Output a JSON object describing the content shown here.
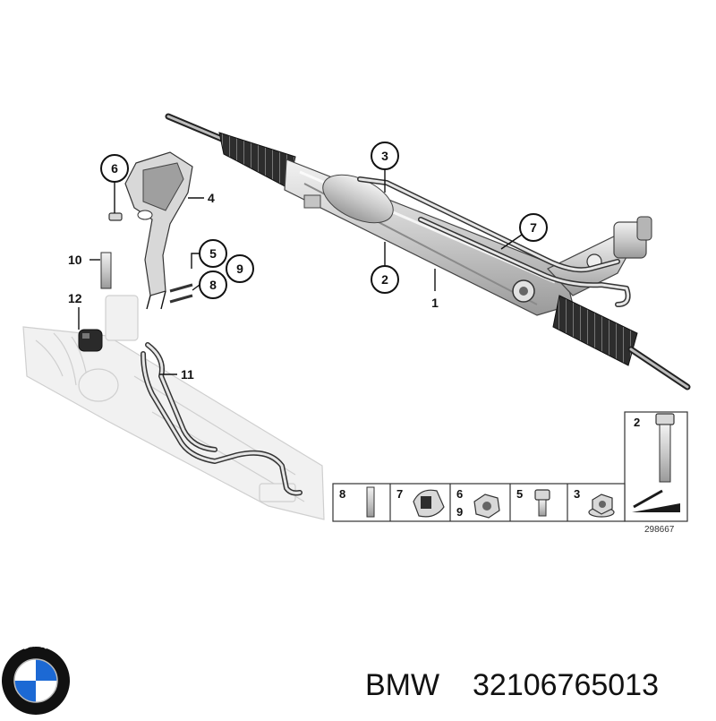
{
  "callouts": [
    {
      "id": "c3",
      "label": "3"
    },
    {
      "id": "c7",
      "label": "7"
    },
    {
      "id": "c2",
      "label": "2"
    },
    {
      "id": "c6",
      "label": "6"
    },
    {
      "id": "c5",
      "label": "5"
    },
    {
      "id": "c8",
      "label": "8"
    },
    {
      "id": "c9",
      "label": "9"
    }
  ],
  "plain_labels": {
    "label_1": "1",
    "label_4": "4",
    "label_10": "10",
    "label_12": "12",
    "label_11": "11"
  },
  "hardware_table": {
    "top_cell": "2",
    "cells": [
      "8",
      "7",
      "6",
      "9",
      "5",
      "3"
    ]
  },
  "reference_number": "298667",
  "brand": {
    "name": "BMW",
    "part_number": "32106765013",
    "logo_letters": "BMW",
    "logo_colors": {
      "blue": "#1c69d4",
      "white": "#ffffff",
      "ring": "#111111"
    }
  }
}
